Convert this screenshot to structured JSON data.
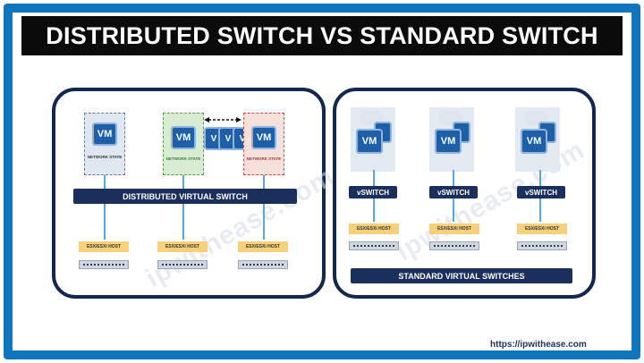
{
  "title": "DISTRIBUTED SWITCH VS STANDARD SWITCH",
  "watermark": "ipwithease.com",
  "left_panel": {
    "vm_label": "VM",
    "network_state": "NETWORK STATE",
    "migrating_vm_labels": [
      "V",
      "V",
      "V"
    ],
    "switch_label": "DISTRIBUTED VIRTUAL SWITCH",
    "host_label": "ESX/ESXi HOST"
  },
  "right_panel": {
    "vm_label": "VM",
    "vswitch_label": "vSWITCH",
    "host_label": "ESX/ESXi HOST",
    "switch_label": "STANDARD VIRTUAL SWITCHES"
  },
  "footer": {
    "url": "https://ipwithease.com"
  },
  "colors": {
    "frame": "#0f75bc",
    "title_bg": "#0b0b0b",
    "navy": "#1b2f5c",
    "vm_blue": "#1e5fa8",
    "host_yellow": "#f6d07a",
    "link_blue": "#5aa7d9"
  }
}
